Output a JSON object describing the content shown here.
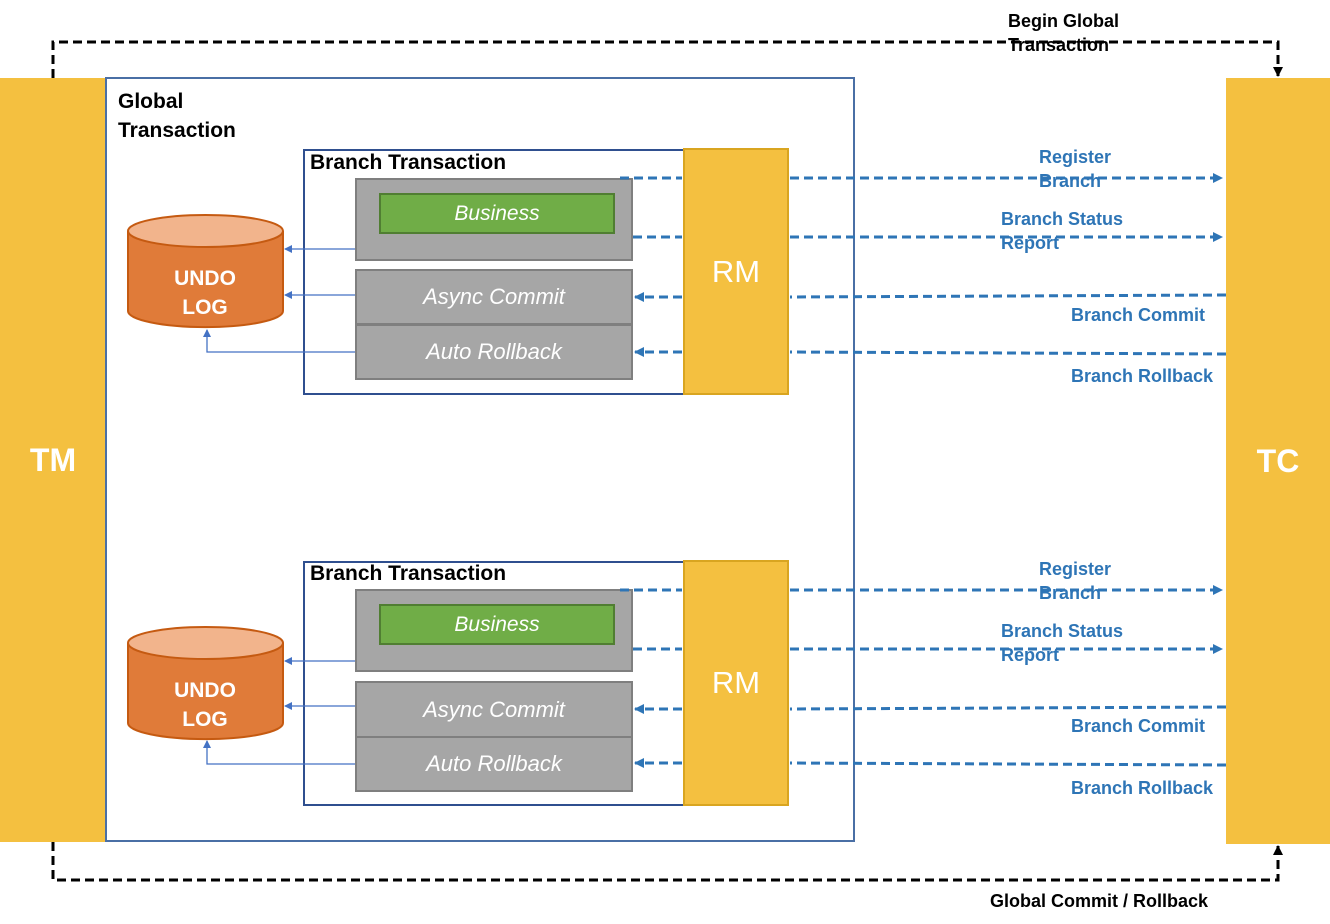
{
  "tm_label": "TM",
  "tc_label": "TC",
  "global_transaction": [
    "Global",
    "Transaction"
  ],
  "begin_global": [
    "Begin Global",
    "Transaction"
  ],
  "global_commit_rollback": "Global Commit / Rollback",
  "branches": [
    {
      "title": "Branch Transaction",
      "business": "Business",
      "async_commit": "Async Commit",
      "auto_rollback": "Auto Rollback",
      "rm": "RM",
      "undo_log": [
        "UNDO",
        "LOG"
      ],
      "register_branch": [
        "Register",
        "Branch"
      ],
      "branch_status_report": [
        "Branch Status",
        "Report"
      ],
      "branch_commit": "Branch Commit",
      "branch_rollback": "Branch Rollback"
    },
    {
      "title": "Branch Transaction",
      "business": "Business",
      "async_commit": "Async Commit",
      "auto_rollback": "Auto Rollback",
      "rm": "RM",
      "undo_log": [
        "UNDO",
        "LOG"
      ],
      "register_branch": [
        "Register",
        "Branch"
      ],
      "branch_status_report": [
        "Branch Status",
        "Report"
      ],
      "branch_commit": "Branch Commit",
      "branch_rollback": "Branch Rollback"
    }
  ],
  "colors": {
    "pillar": "#f4c040",
    "blue_arrow": "#2e75b6",
    "gray_box": "#a6a6a6",
    "green_box": "#70ad47",
    "undo_log": "#e07b39"
  }
}
